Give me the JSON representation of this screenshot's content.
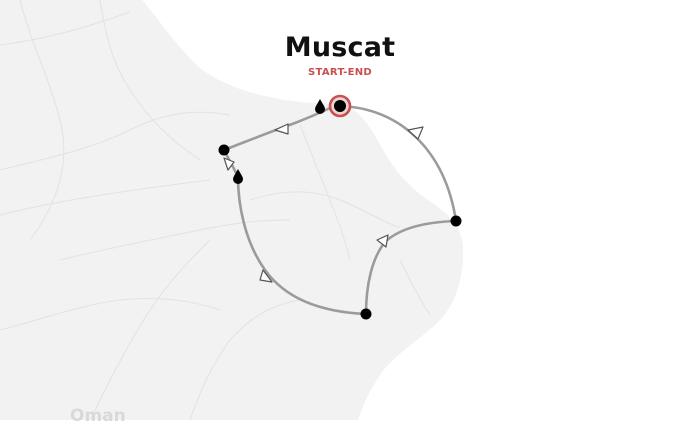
{
  "map": {
    "start_label": "Muscat",
    "start_sublabel": "START-END",
    "country_label": "Oman",
    "colors": {
      "land": "#f2f2f2",
      "sea": "#ffffff",
      "roads": "#e4e4e4",
      "route": "#9b9b9b",
      "stop": "#000000",
      "start_ring": "#c8504e",
      "start_fill": "#f0d4d3"
    },
    "stops": [
      {
        "name": "Muscat",
        "type": "start-end"
      },
      {
        "name": "",
        "type": "poi-marker"
      },
      {
        "name": "",
        "type": "stop"
      },
      {
        "name": "",
        "type": "poi-marker"
      },
      {
        "name": "",
        "type": "stop"
      },
      {
        "name": "",
        "type": "stop"
      }
    ],
    "route_direction": "counter-clockwise loop returning to start"
  }
}
